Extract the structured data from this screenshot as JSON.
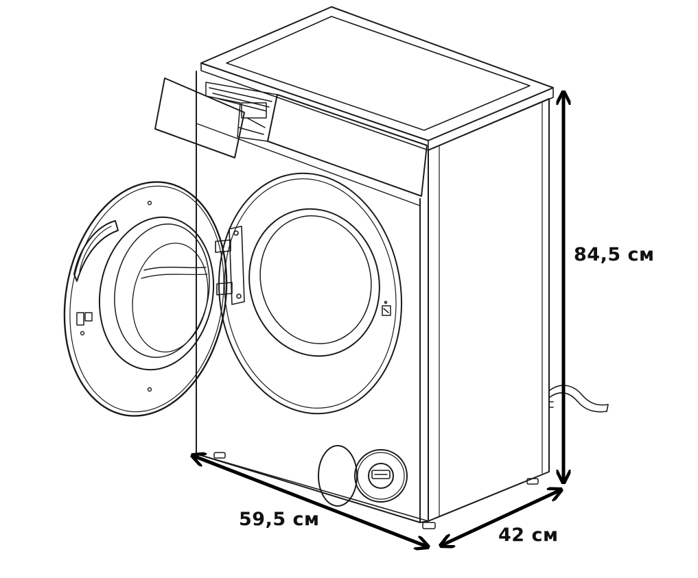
{
  "dimensions": {
    "height": "84,5 см",
    "width": "59,5 см",
    "depth": "42 см"
  },
  "colors": {
    "line": "#1a1a1a",
    "arrow": "#000000",
    "background": "#ffffff"
  }
}
